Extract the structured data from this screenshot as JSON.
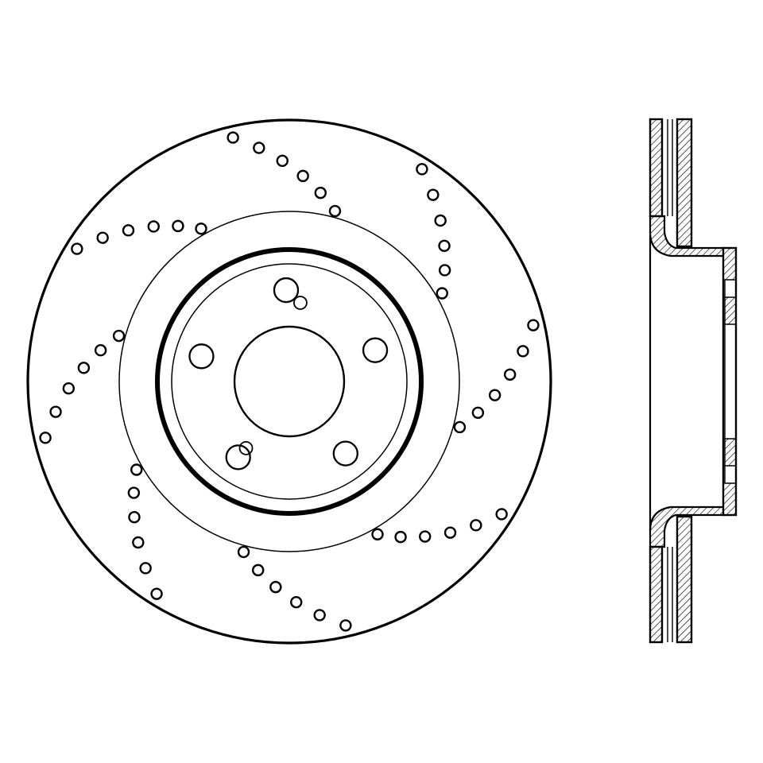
{
  "diagram": {
    "kind": "brake-rotor-technical-drawing",
    "line_color": "#000000",
    "background": "#ffffff",
    "front_view": {
      "drilled_hole_rows": 8,
      "drill_holes_per_row": 6,
      "lug_holes": 5,
      "small_pin_holes": 2
    },
    "side_view": {
      "style": "cross-section",
      "vented": true,
      "hatched": true
    }
  }
}
